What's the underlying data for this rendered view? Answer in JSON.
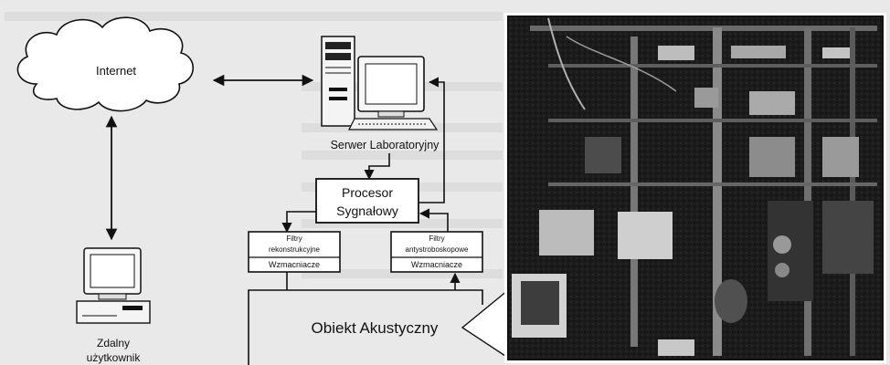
{
  "nodes": {
    "internet": "Internet",
    "server": "Serwer Laboratoryjny",
    "processor_line1": "Procesor",
    "processor_line2": "Sygnałowy",
    "filters_left_title": "Filtry",
    "filters_left_sub": "rekonstrukcyjne",
    "filters_left_amp": "Wzmacniacze",
    "filters_right_title": "Filtry",
    "filters_right_sub": "antystroboskopowe",
    "filters_right_amp": "Wzmacniacze",
    "remote_user_line1": "Zdalny",
    "remote_user_line2": "użytkownik",
    "acoustic_object": "Obiekt Akustyczny"
  },
  "photo": {
    "icon": "laboratory-photo"
  },
  "colors": {
    "background": "#e9e9e9",
    "ink": "#111111",
    "photo_dark": "#1b1b1b"
  }
}
